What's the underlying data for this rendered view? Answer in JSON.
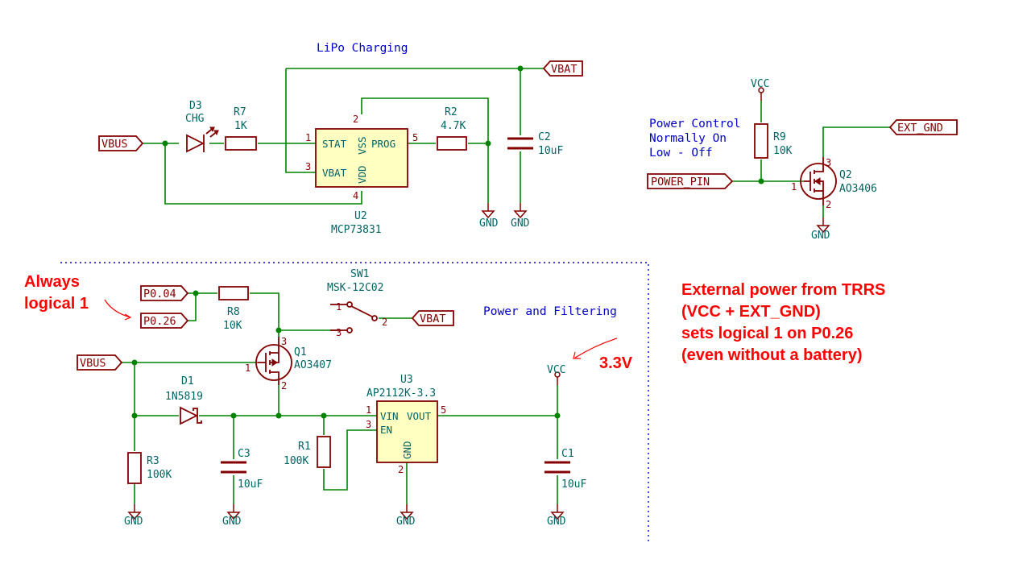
{
  "notes": {
    "lipo_title": "LiPo Charging",
    "power_filter_title": "Power and Filtering",
    "power_control_1": "Power Control",
    "power_control_2": "Normally On",
    "power_control_3": "Low - Off"
  },
  "net_labels": {
    "vbat_top": "VBAT",
    "vbus_top": "VBUS",
    "ext_gnd": "EXT_GND",
    "power_pin": "POWER_PIN",
    "p004": "P0.04",
    "p026": "P0.26",
    "vbat_sw": "VBAT",
    "vbus_bottom": "VBUS"
  },
  "power": {
    "gnd": "GND",
    "vcc": "VCC"
  },
  "components": {
    "d3": {
      "ref": "D3",
      "value": "CHG"
    },
    "r7": {
      "ref": "R7",
      "value": "1K"
    },
    "u2": {
      "ref": "U2",
      "value": "MCP73831"
    },
    "r2": {
      "ref": "R2",
      "value": "4.7K"
    },
    "c2": {
      "ref": "C2",
      "value": "10uF"
    },
    "r9": {
      "ref": "R9",
      "value": "10K"
    },
    "q2": {
      "ref": "Q2",
      "value": "AO3406"
    },
    "sw1": {
      "ref": "SW1",
      "value": "MSK-12C02"
    },
    "r8": {
      "ref": "R8",
      "value": "10K"
    },
    "q1": {
      "ref": "Q1",
      "value": "AO3407"
    },
    "d1": {
      "ref": "D1",
      "value": "1N5819"
    },
    "u3": {
      "ref": "U3",
      "value": "AP2112K-3.3"
    },
    "r1": {
      "ref": "R1",
      "value": "100K"
    },
    "r3": {
      "ref": "R3",
      "value": "100K"
    },
    "c3": {
      "ref": "C3",
      "value": "10uF"
    },
    "c1": {
      "ref": "C1",
      "value": "10uF"
    }
  },
  "pins": {
    "u2_stat": "STAT",
    "u2_vbat": "VBAT",
    "u2_vdd": "VDD",
    "u2_vss": "VSS",
    "u2_prog": "PROG",
    "u3_vin": "VIN",
    "u3_en": "EN",
    "u3_vout": "VOUT",
    "u3_gnd": "GND",
    "n1": "1",
    "n2": "2",
    "n3": "3",
    "n4": "4",
    "n5": "5"
  },
  "annotations": {
    "always_1": "Always",
    "always_2": "logical 1",
    "v33": "3.3V",
    "ext_1": "External power from TRRS",
    "ext_2": "(VCC + EXT_GND)",
    "ext_3": "sets logical 1 on P0.26",
    "ext_4": "(even without a battery)"
  },
  "colors": {
    "wire": "#008400",
    "component": "#840000",
    "reference": "#006464",
    "note": "#0000c8",
    "annotation": "#ff0000",
    "ic_fill": "#ffffc2"
  }
}
